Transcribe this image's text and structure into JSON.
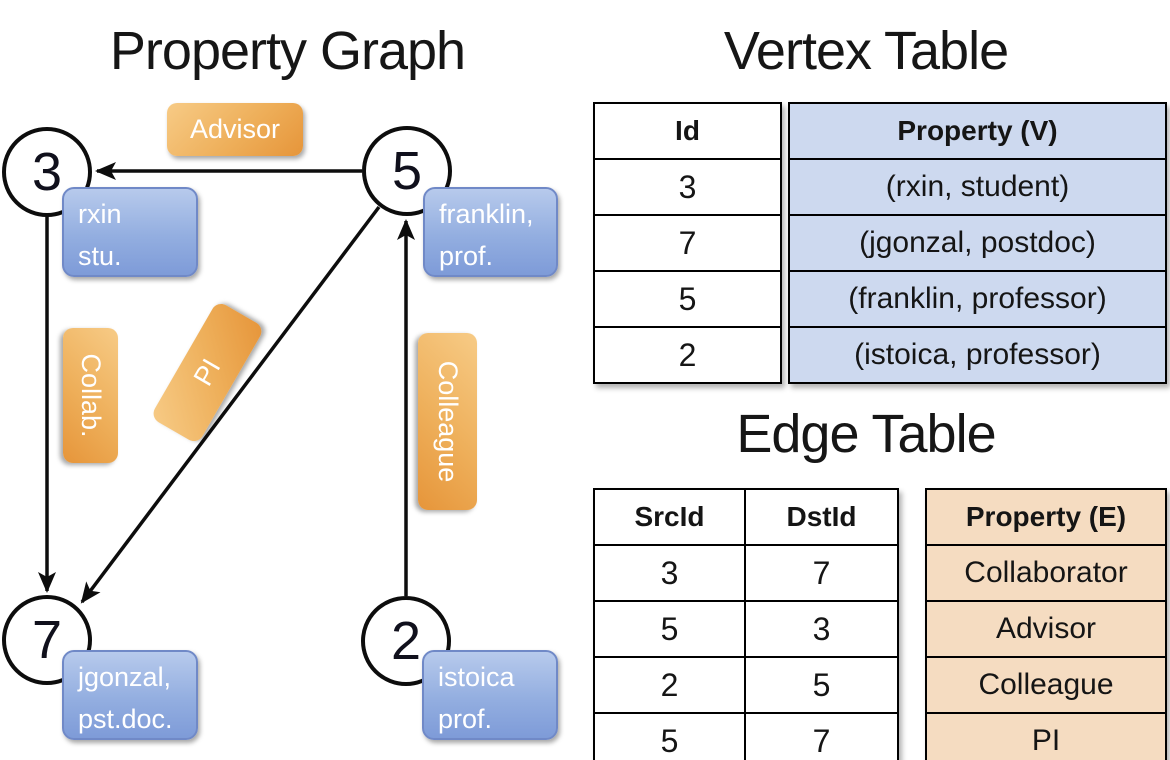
{
  "graph": {
    "title": "Property Graph",
    "nodes": [
      {
        "id": "3",
        "property_lines": [
          "rxin",
          "stu."
        ]
      },
      {
        "id": "5",
        "property_lines": [
          "franklin,",
          "prof."
        ]
      },
      {
        "id": "7",
        "property_lines": [
          "jgonzal,",
          "pst.doc."
        ]
      },
      {
        "id": "2",
        "property_lines": [
          "istoica",
          "prof."
        ]
      }
    ],
    "edge_labels": {
      "advisor": "Advisor",
      "collab": "Collab.",
      "pi": "PI",
      "colleague": "Colleague"
    },
    "edges": [
      {
        "from": "5",
        "to": "3",
        "label": "Advisor"
      },
      {
        "from": "3",
        "to": "7",
        "label": "Collab."
      },
      {
        "from": "5",
        "to": "7",
        "label": "PI"
      },
      {
        "from": "2",
        "to": "5",
        "label": "Colleague"
      }
    ]
  },
  "vertex_table": {
    "title": "Vertex Table",
    "id_header": "Id",
    "property_header": "Property (V)",
    "rows": [
      {
        "id": "3",
        "property": "(rxin, student)"
      },
      {
        "id": "7",
        "property": "(jgonzal, postdoc)"
      },
      {
        "id": "5",
        "property": "(franklin, professor)"
      },
      {
        "id": "2",
        "property": "(istoica, professor)"
      }
    ]
  },
  "edge_table": {
    "title": "Edge Table",
    "src_header": "SrcId",
    "dst_header": "DstId",
    "property_header": "Property (E)",
    "rows": [
      {
        "src": "3",
        "dst": "7",
        "property": "Collaborator"
      },
      {
        "src": "5",
        "dst": "3",
        "property": "Advisor"
      },
      {
        "src": "2",
        "dst": "5",
        "property": "Colleague"
      },
      {
        "src": "5",
        "dst": "7",
        "property": "PI"
      }
    ]
  },
  "colors": {
    "vertex_property_bg": "#cdd9ef",
    "edge_property_bg": "#f5dcc1",
    "vertex_label_top": "#b7caec",
    "vertex_label_bottom": "#7e9bd8",
    "edge_label_top": "#f7cb86",
    "edge_label_bottom": "#e6953a",
    "line": "#0d0d0d"
  }
}
